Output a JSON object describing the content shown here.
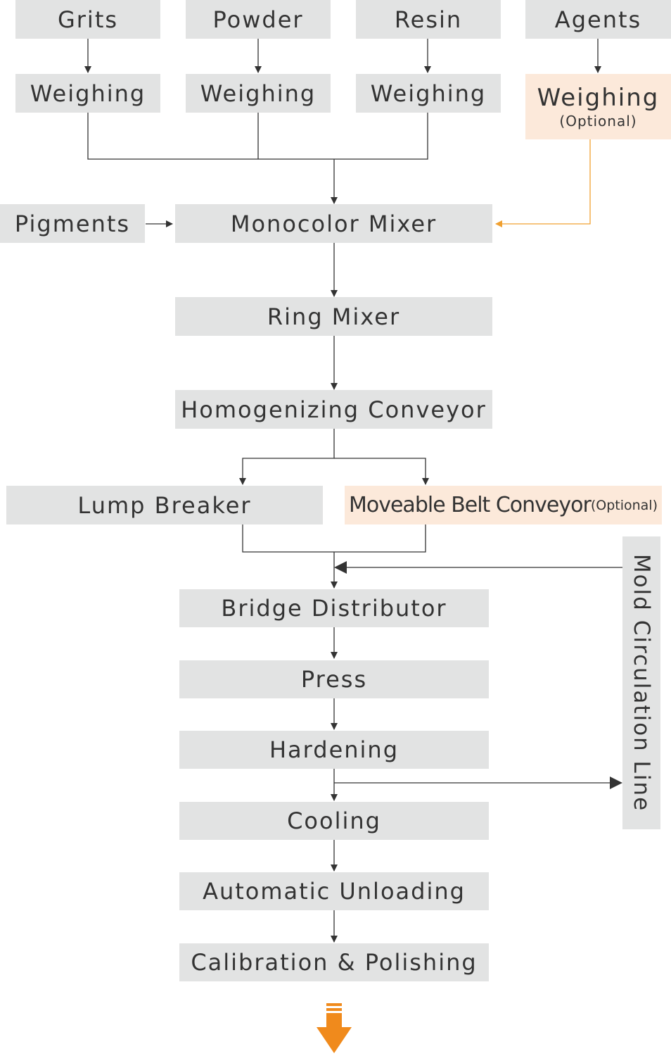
{
  "inputs": {
    "grits": "Grits",
    "powder": "Powder",
    "resin": "Resin",
    "agents": "Agents"
  },
  "weighing": {
    "label": "Weighing",
    "optional_note": "(Optional)"
  },
  "pigments": "Pigments",
  "steps": {
    "monocolor_mixer": "Monocolor Mixer",
    "ring_mixer": "Ring Mixer",
    "homogenizing_conveyor": "Homogenizing Conveyor",
    "lump_breaker": "Lump Breaker",
    "moveable_belt_conveyor": "Moveable Belt Conveyor",
    "moveable_belt_note": "(Optional)",
    "bridge_distributor": "Bridge Distributor",
    "press": "Press",
    "hardening": "Hardening",
    "cooling": "Cooling",
    "automatic_unloading": "Automatic Unloading",
    "calibration_polishing": "Calibration & Polishing"
  },
  "mold_circulation_line": "Mold Circulation Line",
  "colors": {
    "box_fill": "#e2e3e3",
    "optional_fill": "#fce9da",
    "arrow": "#333333",
    "accent": "#f0a030",
    "output_arrow": "#f08a1c"
  }
}
